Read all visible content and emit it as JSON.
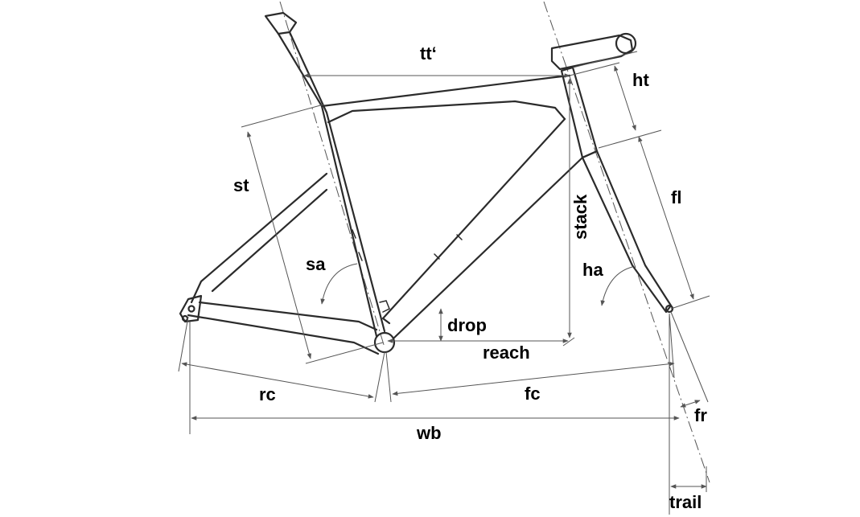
{
  "labels": {
    "tt": "tt‘",
    "ht": "ht",
    "st": "st",
    "stack": "stack",
    "fl": "fl",
    "sa": "sa",
    "ha": "ha",
    "drop": "drop",
    "reach": "reach",
    "rc": "rc",
    "fc": "fc",
    "wb": "wb",
    "fr": "fr",
    "trail": "trail"
  },
  "colors": {
    "frame": "#2b2b2b",
    "dimension": "#555555",
    "text": "#000000",
    "background": "#ffffff"
  }
}
